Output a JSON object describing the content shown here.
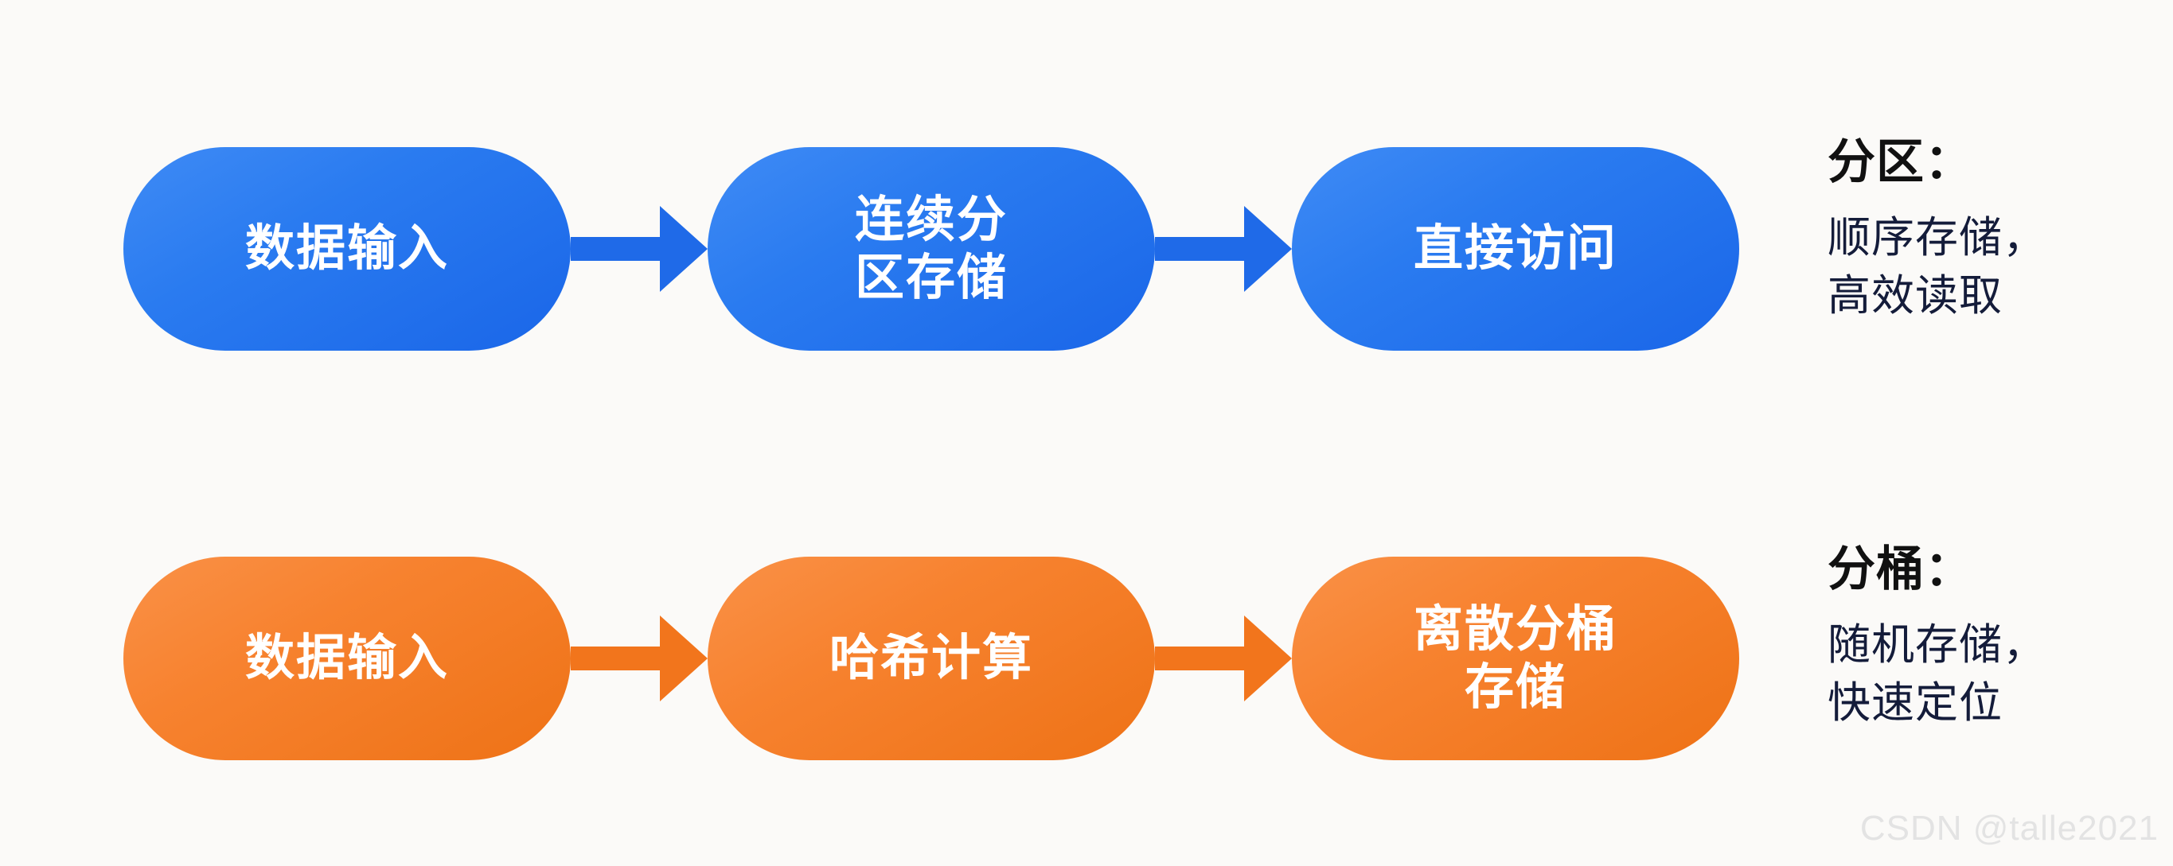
{
  "background_color": "#fbfaf8",
  "rows": [
    {
      "id": "partition-row",
      "accent_color": "#1f6ae8",
      "nodes": [
        {
          "label": "数据输入"
        },
        {
          "label": "连续分\n区存储"
        },
        {
          "label": "直接访问"
        }
      ],
      "arrow_icon_name": "arrow-right-icon",
      "note": {
        "title": "分区：",
        "body": "顺序存储，\n高效读取",
        "title_color": "#111111",
        "body_color": "#141c3a"
      }
    },
    {
      "id": "bucket-row",
      "accent_color": "#f2751c",
      "nodes": [
        {
          "label": "数据输入"
        },
        {
          "label": "哈希计算"
        },
        {
          "label": "离散分桶\n存储"
        }
      ],
      "arrow_icon_name": "arrow-right-icon",
      "note": {
        "title": "分桶：",
        "body": "随机存储，\n快速定位",
        "title_color": "#111111",
        "body_color": "#141c3a"
      }
    }
  ],
  "watermark": "CSDN @talle2021"
}
